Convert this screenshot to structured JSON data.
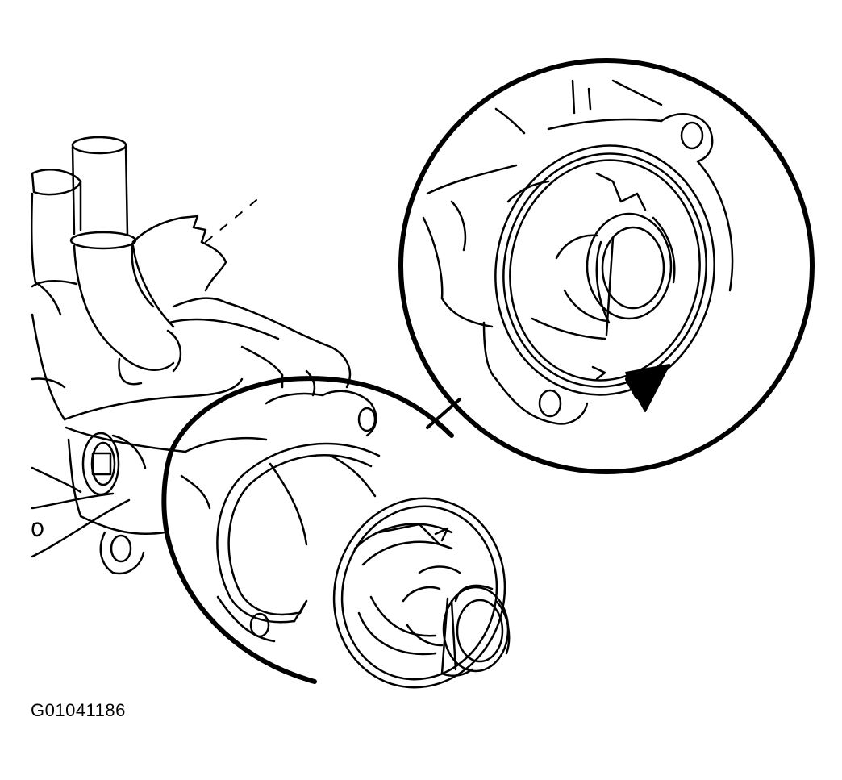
{
  "figure": {
    "id_label": "G01041186",
    "ink_color": "#000000",
    "paper_color": "#ffffff",
    "parts": [
      "thermostat-housing",
      "coolant-pipe",
      "thermostat",
      "seal-ring",
      "detail-magnifier",
      "pointer-arrow"
    ]
  }
}
